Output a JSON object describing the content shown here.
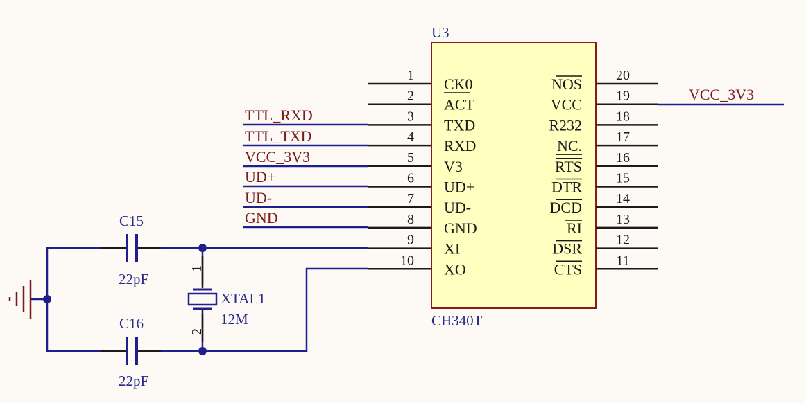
{
  "chip": {
    "designator": "U3",
    "part": "CH340T",
    "body_color": "#ffffc0",
    "border_color": "#8b1a1a",
    "left_pins": [
      {
        "num": "1",
        "name": "CK0"
      },
      {
        "num": "2",
        "name": "ACT"
      },
      {
        "num": "3",
        "name": "TXD"
      },
      {
        "num": "4",
        "name": "RXD"
      },
      {
        "num": "5",
        "name": "V3"
      },
      {
        "num": "6",
        "name": "UD+"
      },
      {
        "num": "7",
        "name": "UD-"
      },
      {
        "num": "8",
        "name": "GND"
      },
      {
        "num": "9",
        "name": "XI"
      },
      {
        "num": "10",
        "name": "XO"
      }
    ],
    "right_pins": [
      {
        "num": "20",
        "name": "NOS"
      },
      {
        "num": "19",
        "name": "VCC"
      },
      {
        "num": "18",
        "name": "R232"
      },
      {
        "num": "17",
        "name": "NC."
      },
      {
        "num": "16",
        "name": "RTS"
      },
      {
        "num": "15",
        "name": "DTR"
      },
      {
        "num": "14",
        "name": "DCD"
      },
      {
        "num": "13",
        "name": "RI"
      },
      {
        "num": "12",
        "name": "DSR"
      },
      {
        "num": "11",
        "name": "CTS"
      }
    ]
  },
  "net_labels": {
    "pin3": "TTL_RXD",
    "pin4": "TTL_TXD",
    "pin5": "VCC_3V3",
    "pin6": "UD+",
    "pin7": "UD-",
    "pin8": "GND",
    "pin19": "VCC_3V3"
  },
  "c15": {
    "designator": "C15",
    "value": "22pF"
  },
  "c16": {
    "designator": "C16",
    "value": "22pF"
  },
  "crystal": {
    "designator": "XTAL1",
    "value": "12M",
    "pin_top": "1",
    "pin_bottom": "2"
  },
  "colors": {
    "wire": "#20208c",
    "net_label": "#7a1a1a",
    "ground": "#7a1a1a",
    "background": "#fdfaf6"
  }
}
